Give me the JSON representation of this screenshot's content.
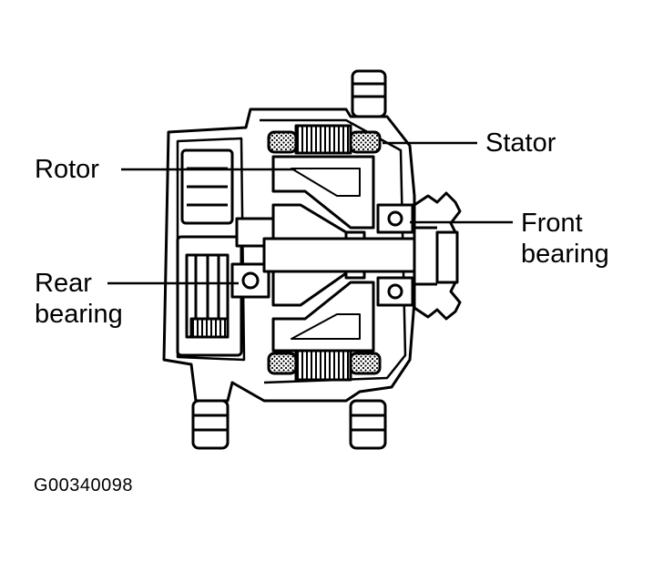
{
  "labels": {
    "stator": "Stator",
    "rotor": "Rotor",
    "front_bearing": "Front\nbearing",
    "rear_bearing": "Rear\nbearing"
  },
  "figure_code": "G00340098"
}
